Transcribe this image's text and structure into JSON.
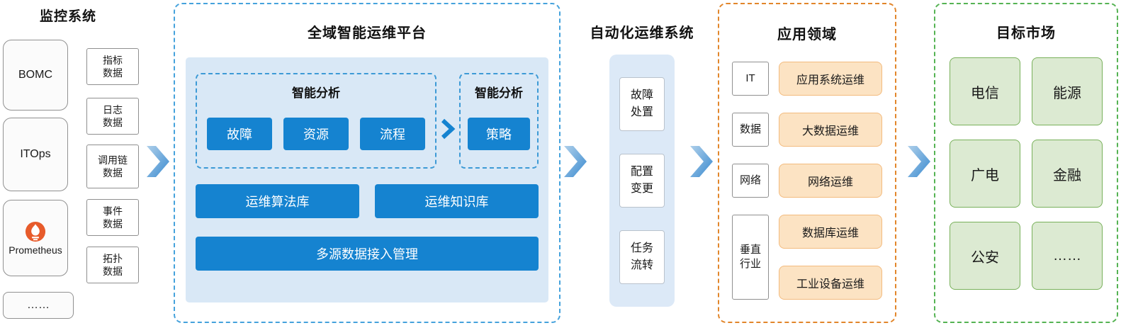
{
  "monitoring": {
    "title": "监控系统",
    "systems": [
      "BOMC",
      "ITOps",
      "Prometheus",
      "……"
    ],
    "data_types": [
      "指标\n数据",
      "日志\n数据",
      "调用链\n数据",
      "事件\n数据",
      "拓扑\n数据"
    ]
  },
  "platform": {
    "title": "全域智能运维平台",
    "analysis_left": {
      "title": "智能分析",
      "items": [
        "故障",
        "资源",
        "流程"
      ]
    },
    "analysis_right": {
      "title": "智能分析",
      "items": [
        "策略"
      ]
    },
    "libraries": [
      "运维算法库",
      "运维知识库"
    ],
    "data_access": "多源数据接入管理"
  },
  "automation": {
    "title": "自动化运维系统",
    "items": [
      "故障\n处置",
      "配置\n变更",
      "任务\n流转"
    ]
  },
  "application": {
    "title": "应用领域",
    "categories": [
      "IT",
      "数据",
      "网络",
      "垂直\n行业"
    ],
    "domains": [
      "应用系统运维",
      "大数据运维",
      "网络运维",
      "数据库运维",
      "工业设备运维"
    ]
  },
  "market": {
    "title": "目标市场",
    "items": [
      "电信",
      "能源",
      "广电",
      "金融",
      "公安",
      "……"
    ]
  },
  "icons": {
    "prometheus": "prometheus-flame-icon",
    "flow_arrow": "flow-arrow-icon",
    "analysis_arrow": "chevron-right-icon"
  },
  "colors": {
    "primary_blue": "#1583d0",
    "panel_blue": "#d9e8f6",
    "dashed_blue": "#45a2dc",
    "orange_border": "#e2862b",
    "orange_fill": "#fce3c3",
    "green_border": "#55b353",
    "green_fill": "#dcead2",
    "prometheus_orange": "#e75b2b"
  }
}
